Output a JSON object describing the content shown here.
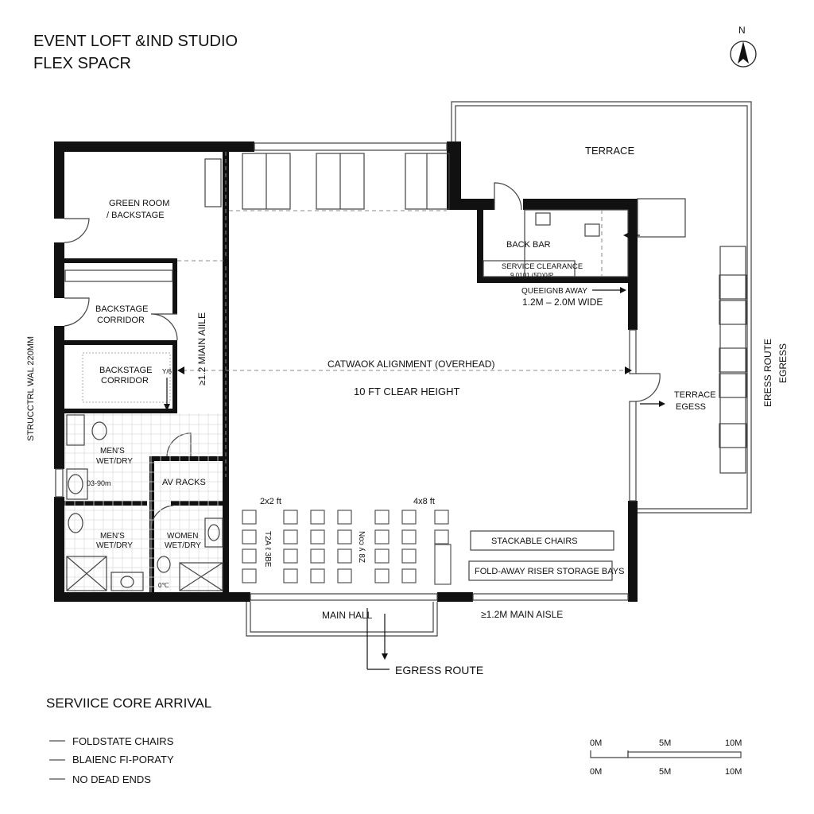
{
  "title": {
    "line1": "EVENT LOFT &IND STUDIO",
    "line2": "FLEX SPACR"
  },
  "north_label": "N",
  "rooms": {
    "terrace": "TERRACE",
    "green_room_1": "GREEN ROOM",
    "green_room_2": "/ BACKSTAGE",
    "backstage_corridor_1a": "BACKSTAGE",
    "backstage_corridor_1b": "CORRIDOR",
    "backstage_corridor_2a": "BACKSTAGE",
    "backstage_corridor_2b": "CORRIDOR",
    "backstage_small_label": "Y/6",
    "back_bar": "BACK BAR",
    "service_clearance": "SERVICE CLEARANCE",
    "service_clearance_sub": "9.0101.(5D)0/P",
    "queue_1": "QUEEIGNB AWAY",
    "queue_2": "1.2M – 2.0M WIDE",
    "mens_1a": "MEN'S",
    "mens_1b": "WET/DRY",
    "mens_dim": "03-90m",
    "mens_2a": "MEN'S",
    "mens_2b": "WET/DRY",
    "women_a": "WOMEN",
    "women_b": "WET/DRY",
    "women_small": "0℃",
    "av_racks": "AV RACKS",
    "main_aisle_vertical": "≥1.2 MIAIN AIILE",
    "catwalk": "CATWAOK ALIGNMENT (OVERHEAD)",
    "clear_height": "10 FT CLEAR HEIGHT",
    "terrace_egress_1": "TERRACE",
    "terrace_egress_2": "EGESS",
    "egress_route_right_1": "ERESS ROUTE",
    "egress_route_right_2": "EGRESS",
    "structural_wall": "STRUCCTRL WAL 220MM",
    "seat_2x2": "2x2 ft",
    "seat_4x8": "4x8 ft",
    "seat_vertical_1": "T2A ℓ 3BE",
    "seat_vertical_2": "Noɔ ʎ 8Z",
    "stackable_chairs": "STACKABLE CHAIRS",
    "riser_storage": "FOLD-AWAY RISER STORAGE BAYS",
    "main_hall": "MAIN HALL",
    "main_aisle_bottom": "≥1.2M MAIN AISLE",
    "egress_route": "EGRESS ROUTE"
  },
  "legend": {
    "title": "SERVIICE CORE ARRIVAL",
    "items": [
      "FOLDSTATE CHAIRS",
      "BLAIENC FI-PORATY",
      "NO DEAD ENDS"
    ]
  },
  "scale_bar": {
    "top_labels": [
      "0M",
      "5M",
      "10M"
    ],
    "bottom_labels": [
      "0M",
      "5M",
      "10M"
    ]
  }
}
